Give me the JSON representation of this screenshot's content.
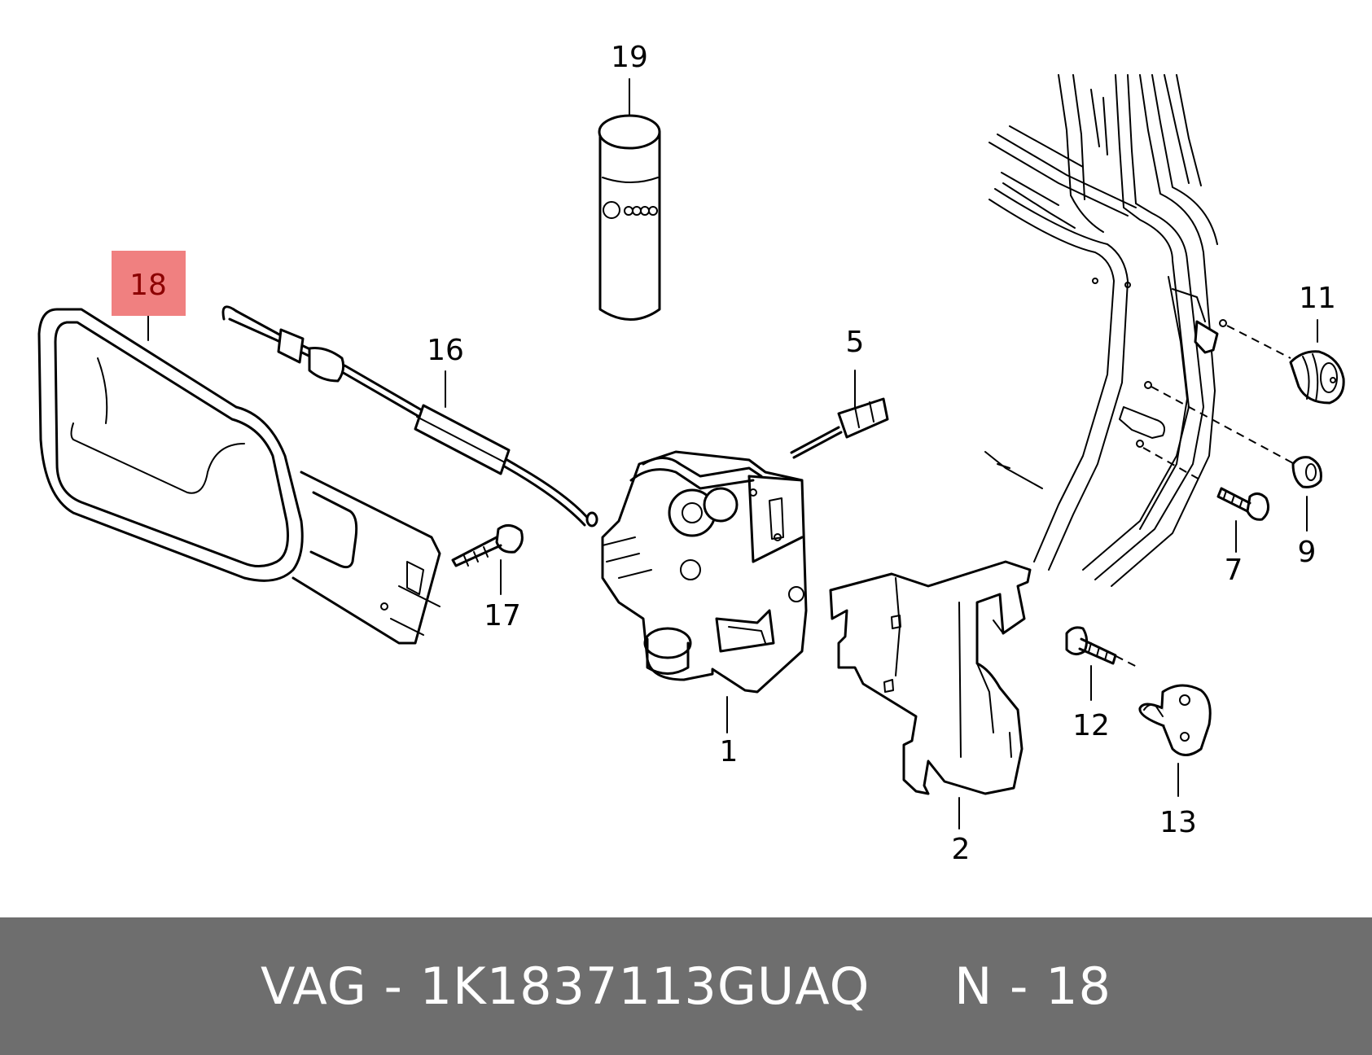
{
  "diagram": {
    "part_labels": [
      "1",
      "2",
      "5",
      "7",
      "9",
      "11",
      "12",
      "13",
      "16",
      "17",
      "18",
      "19"
    ],
    "highlighted_part": "18",
    "highlight_color": "#f08080"
  },
  "footer": {
    "brand": "VAG",
    "separator": " - ",
    "part_number": "1K1837113GUAQ",
    "position_label": "N - 18",
    "background_color": "#6e6e6e",
    "text_color": "#ffffff"
  }
}
